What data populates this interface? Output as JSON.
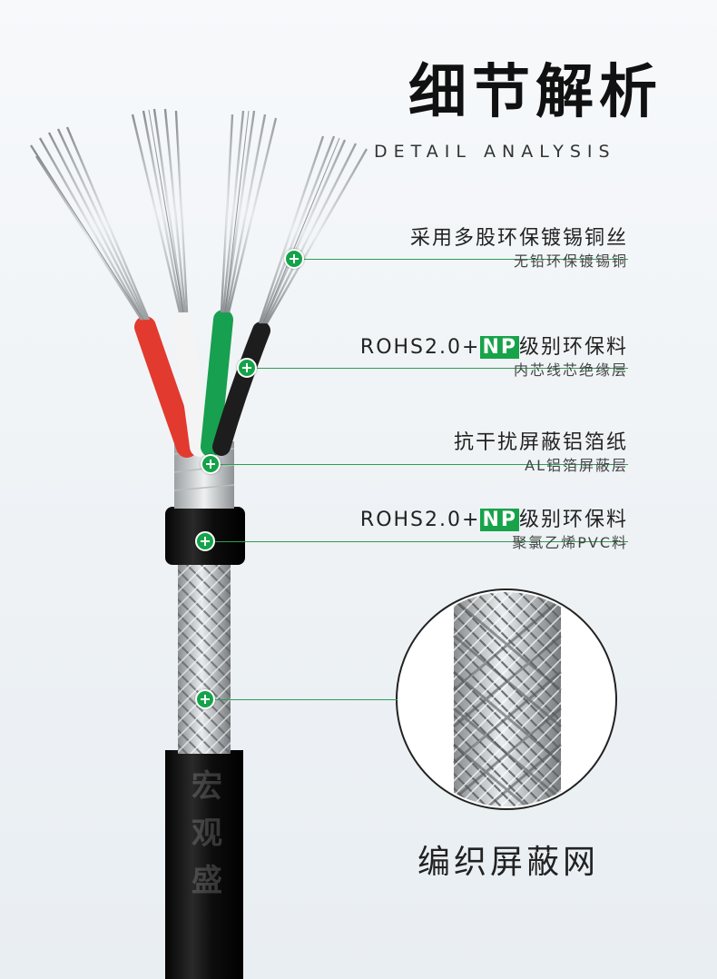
{
  "header": {
    "title": "细节解析",
    "subtitle": "DETAIL ANALYSIS"
  },
  "specs": [
    {
      "main": "采用多股环保镀锡铜丝",
      "sub": "无铅环保镀锡铜"
    },
    {
      "main_prefix": "ROHS2.0+",
      "main_badge": "NP",
      "main_suffix": "级别环保料",
      "sub": "内芯线芯绝缘层"
    },
    {
      "main": "抗干扰屏蔽铝箔纸",
      "sub": "AL铝箔屏蔽层"
    },
    {
      "main_prefix": "ROHS2.0+",
      "main_badge": "NP",
      "main_suffix": "级别环保料",
      "sub": "聚氯乙烯PVC料"
    }
  ],
  "caption": "编织屏蔽网",
  "watermark": "宏观盛",
  "colors": {
    "accent_green": "#15a34a",
    "wire_red": "#e23a2e",
    "wire_white": "#f4f4f4",
    "wire_green": "#17a04f",
    "wire_black": "#1d1d1d",
    "jacket": "#111111"
  }
}
